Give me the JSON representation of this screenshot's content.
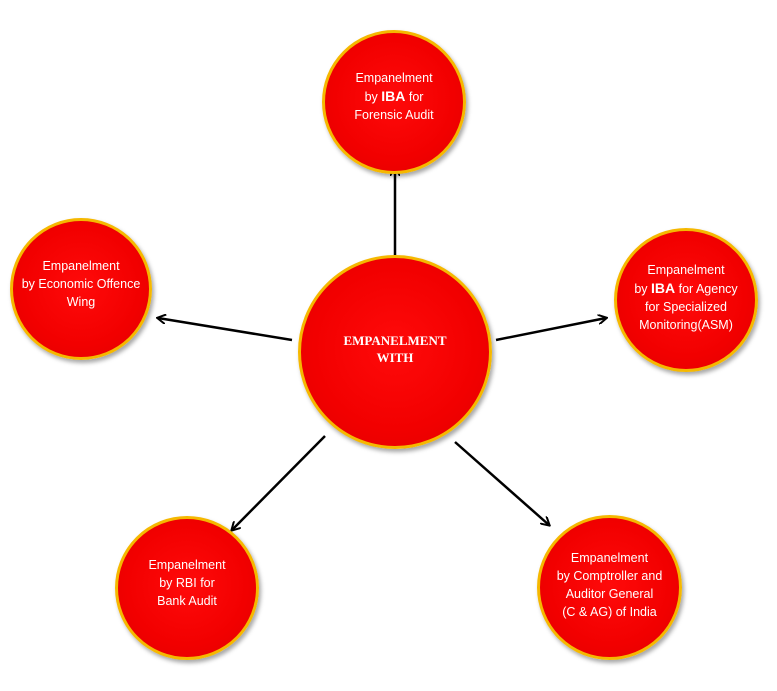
{
  "diagram": {
    "center": {
      "lines": [
        "EMPANELMENT",
        "WITH"
      ]
    },
    "nodes": {
      "top": {
        "l1": "Empanelment",
        "l2_pre": "by ",
        "l2_bold": "IBA",
        "l2_post": " for",
        "l3": "Forensic  Audit"
      },
      "left": {
        "l1": "Empanelment",
        "l2": "by Economic  Offence",
        "l3": "Wing"
      },
      "right": {
        "l1": "Empanelment",
        "l2_pre": "by ",
        "l2_bold": "IBA",
        "l2_post": " for Agency",
        "l3": "for Specialized",
        "l4": "Monitoring(ASM)"
      },
      "bottom_left": {
        "l1": "Empanelment",
        "l2": "by RBI for",
        "l3": "Bank Audit"
      },
      "bottom_right": {
        "l1": "Empanelment",
        "l2": "by Comptroller  and",
        "l3": "Auditor General",
        "l4": "(C & AG) of India"
      }
    },
    "colors": {
      "node_fill": "#f20000",
      "node_border": "#f5b800",
      "text": "#ffffff",
      "arrow": "#000000"
    },
    "arrow_icon": "arrowhead-icon"
  }
}
